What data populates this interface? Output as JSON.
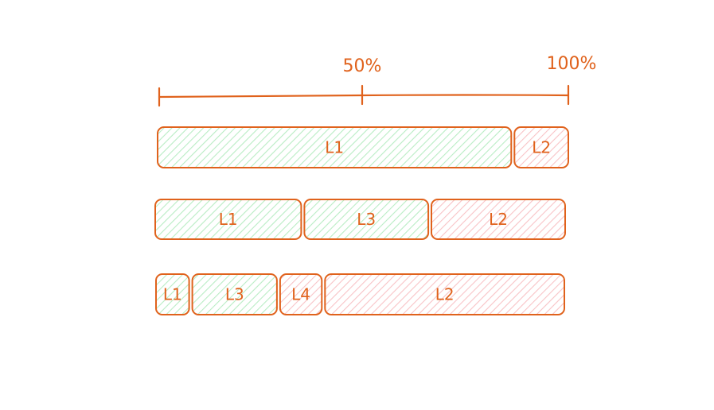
{
  "colors": {
    "stroke": "#e0621c",
    "green": "#b9ecc4",
    "pink": "#f8c3c6",
    "background": "#ffffff"
  },
  "scale": {
    "tick_50": "50%",
    "tick_100": "100%"
  },
  "bars": [
    {
      "segments": [
        {
          "label": "L1",
          "fraction": 0.865,
          "fill": "green"
        },
        {
          "label": "L2",
          "fraction": 0.135,
          "fill": "pink"
        }
      ]
    },
    {
      "segments": [
        {
          "label": "L1",
          "fraction": 0.36,
          "fill": "green"
        },
        {
          "label": "L3",
          "fraction": 0.31,
          "fill": "green"
        },
        {
          "label": "L2",
          "fraction": 0.33,
          "fill": "pink"
        }
      ]
    },
    {
      "segments": [
        {
          "label": "L1",
          "fraction": 0.085,
          "fill": "green"
        },
        {
          "label": "L3",
          "fraction": 0.215,
          "fill": "green"
        },
        {
          "label": "L4",
          "fraction": 0.11,
          "fill": "pink"
        },
        {
          "label": "L2",
          "fraction": 0.59,
          "fill": "pink"
        }
      ]
    }
  ]
}
